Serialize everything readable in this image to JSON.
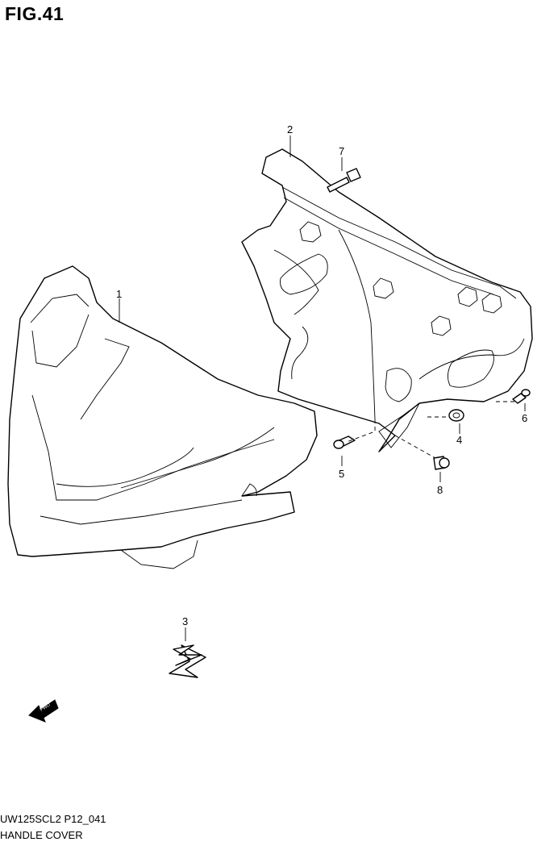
{
  "figure": {
    "title": "FIG.41",
    "code": "UW125SCL2 P12_041",
    "name": "HANDLE COVER"
  },
  "callouts": [
    {
      "id": "c1",
      "label": "1"
    },
    {
      "id": "c2",
      "label": "2"
    },
    {
      "id": "c3",
      "label": "3"
    },
    {
      "id": "c4",
      "label": "4"
    },
    {
      "id": "c5",
      "label": "5"
    },
    {
      "id": "c6",
      "label": "6"
    },
    {
      "id": "c7",
      "label": "7"
    },
    {
      "id": "c8",
      "label": "8"
    }
  ],
  "fwd_arrow": {
    "label": "FWD"
  },
  "icons": [
    "fwd-arrow-icon",
    "suzuki-emblem-icon"
  ]
}
